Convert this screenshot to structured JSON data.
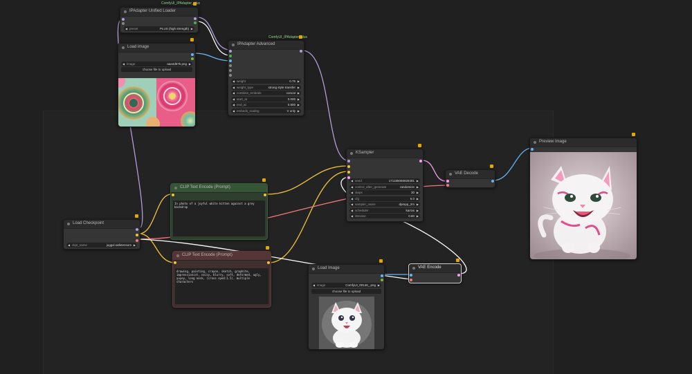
{
  "app": {
    "name": "ComfyUI workflow canvas"
  },
  "badges": {
    "ipadapter_loader": "ComfyUI_IPAdapter_plus",
    "ipadapter_advanced": "ComfyUI_IPAdapter_plus"
  },
  "nodes": {
    "ipadapter_loader": {
      "title": "IPAdapter Unified Loader",
      "widget": {
        "label": "preset",
        "value": "PLUS (high strength)"
      }
    },
    "load_image_style": {
      "title": "Load image",
      "widget": {
        "label": "image",
        "value": "aaa4d57b.png"
      },
      "button": "choose file to upload"
    },
    "ipadapter_advanced": {
      "title": "IPAdapter Advanced",
      "widgets": [
        {
          "label": "weight",
          "value": "0.75"
        },
        {
          "label": "weight_type",
          "value": "strong style transfer"
        },
        {
          "label": "combine_embeds",
          "value": "concat"
        },
        {
          "label": "start_at",
          "value": "0.000"
        },
        {
          "label": "end_at",
          "value": "0.800"
        },
        {
          "label": "embeds_scaling",
          "value": "V only"
        }
      ]
    },
    "ksampler": {
      "title": "KSampler",
      "widgets": [
        {
          "label": "seed",
          "value": "171185066928491"
        },
        {
          "label": "control_after_generate",
          "value": "randomize"
        },
        {
          "label": "steps",
          "value": "30"
        },
        {
          "label": "cfg",
          "value": "6.0"
        },
        {
          "label": "sampler_name",
          "value": "dpmpp_2m"
        },
        {
          "label": "scheduler",
          "value": "karras"
        },
        {
          "label": "denoise",
          "value": "0.80"
        }
      ]
    },
    "vae_decode": {
      "title": "VAE Decode"
    },
    "preview_image": {
      "title": "Preview Image"
    },
    "load_checkpoint": {
      "title": "Load Checkpoint",
      "widget": {
        "label": "ckpt_name",
        "value": "juggxl.safetensors"
      }
    },
    "clip_positive": {
      "title": "CLIP Text Encode (Prompt)",
      "text": "In photo of a joyful white kitten against a grey backdrop"
    },
    "clip_negative": {
      "title": "CLIP Text Encode (Prompt)",
      "text": "drawing, painting, crayon, sketch, graphite, impressionist, noisy, blurry, soft, deformed, ugly, yuyey, long neck, (cross eyed:1.5), multiple characters"
    },
    "load_image_kitten": {
      "title": "Load Image",
      "widget": {
        "label": "image",
        "value": "ComfyUI_00146_.png"
      },
      "button": "choose file to upload"
    },
    "vae_encode": {
      "title": "VAE Encode"
    }
  },
  "colors": {
    "canvas": "#202020",
    "node": "#353535",
    "positive": "#335533",
    "negative": "#553333",
    "wire_model": "#b39ddb",
    "wire_clip": "#f0c53a",
    "wire_cond": "#f07a7a",
    "wire_latent": "#ff9cf9",
    "wire_image": "#64b5f6",
    "wire_vae": "#ff6e6e",
    "wire_ipadapter": "#ffffff"
  }
}
